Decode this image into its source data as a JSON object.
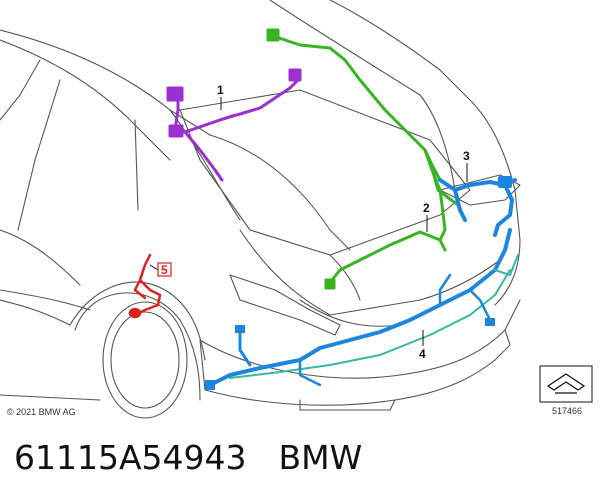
{
  "diagram": {
    "callouts": [
      "1",
      "2",
      "3",
      "4",
      "5"
    ],
    "copyright": "© 2021 BMW AG",
    "ref_number": "517466",
    "colors": {
      "harness_1": "#9b2fd0",
      "harness_2": "#36b521",
      "harness_3": "#1a86e0",
      "harness_4": "#1a86e0",
      "harness_4_secondary": "#35b8a0",
      "harness_5": "#e02020",
      "outline": "#555555"
    },
    "icons": [
      "vehicle-outline-diagram",
      "view-direction-icon"
    ]
  },
  "caption": {
    "part_number": "61115A54943",
    "brand": "BMW"
  }
}
